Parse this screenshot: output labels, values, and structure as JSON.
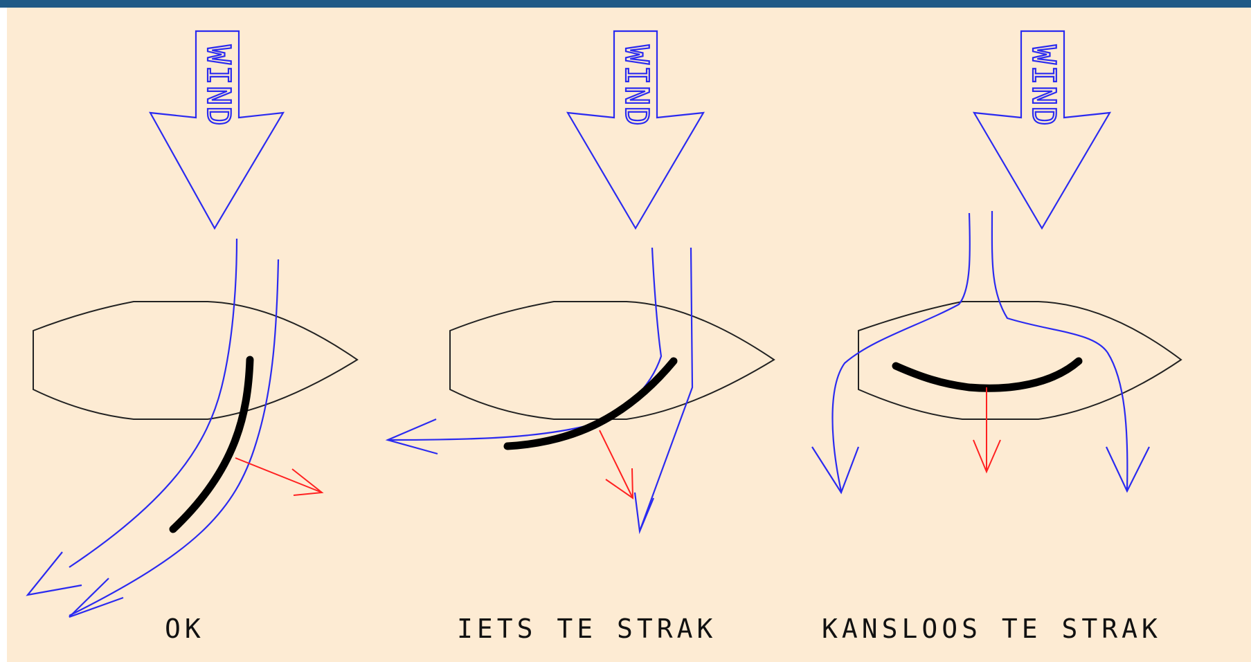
{
  "colors": {
    "background": "#fdebd3",
    "top_border": "#1f5a86",
    "wind": "#2a2af0",
    "hull": "#222222",
    "sail": "#000000",
    "force": "#ff2020"
  },
  "panels": [
    {
      "wind_label": "WIND",
      "caption": "OK"
    },
    {
      "wind_label": "WIND",
      "caption": "IETS TE STRAK"
    },
    {
      "wind_label": "WIND",
      "caption": "KANSLOOS TE STRAK"
    }
  ]
}
